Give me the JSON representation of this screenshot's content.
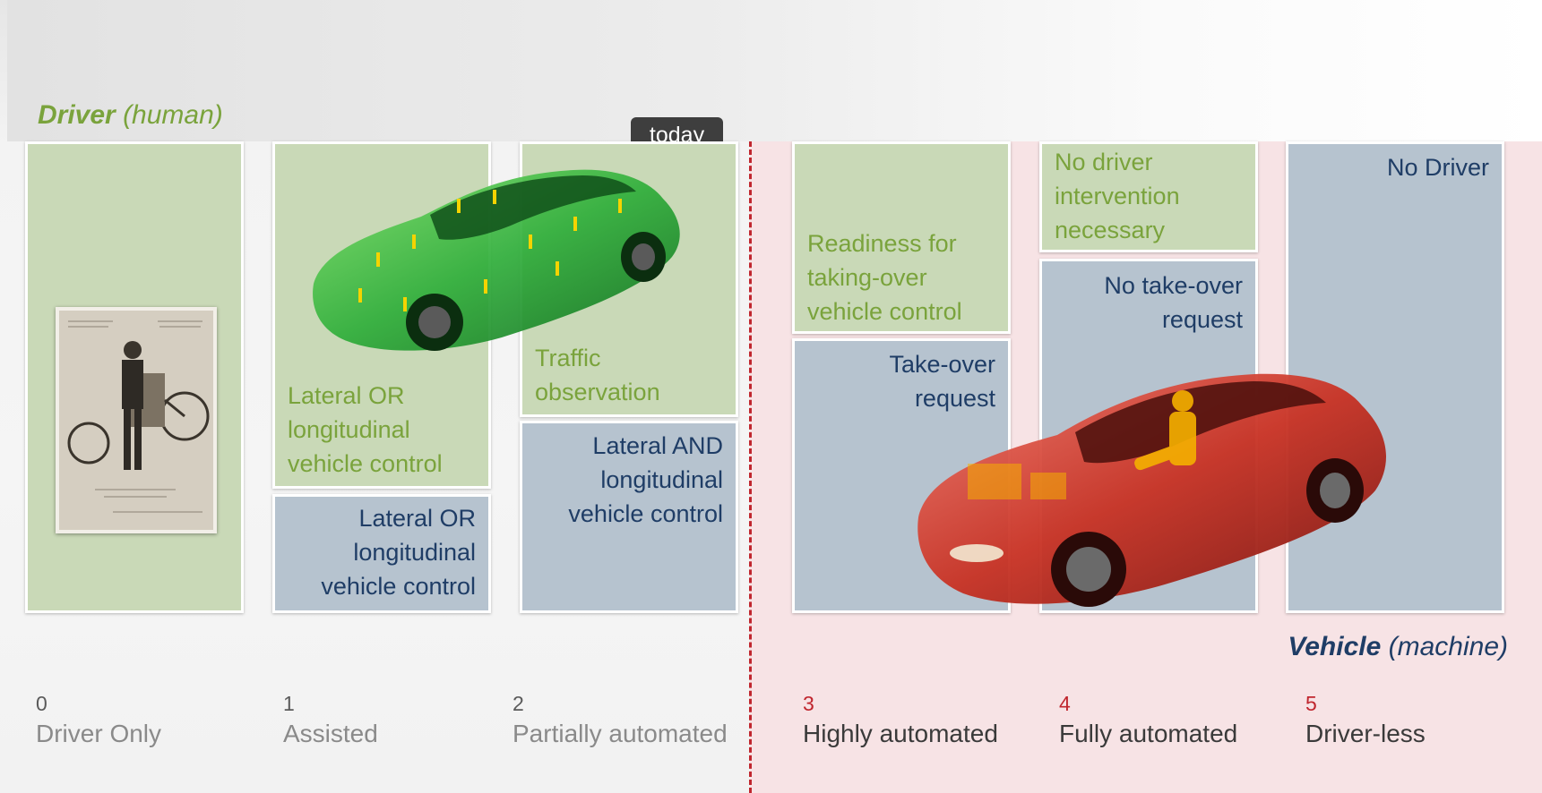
{
  "headings": {
    "driver_bold": "Driver",
    "driver_rest": "(human)",
    "vehicle_bold": "Vehicle",
    "vehicle_rest": "(machine)"
  },
  "today_label": "today",
  "columns": [
    {
      "number": "0",
      "name": "Driver Only",
      "green_text": [],
      "blue_text": []
    },
    {
      "number": "1",
      "name": "Assisted",
      "green_text": [
        "Lateral OR",
        "longitudinal",
        "vehicle control"
      ],
      "blue_text": [
        "Lateral OR",
        "longitudinal",
        "vehicle control"
      ]
    },
    {
      "number": "2",
      "name": "Partially automated",
      "green_text": [
        "Traffic",
        "observation"
      ],
      "blue_text": [
        "Lateral AND",
        "longitudinal",
        "vehicle control"
      ]
    },
    {
      "number": "3",
      "name": "Highly automated",
      "green_text": [
        "Readiness for",
        "taking-over",
        "vehicle control"
      ],
      "blue_text": [
        "Take-over",
        "request"
      ]
    },
    {
      "number": "4",
      "name": "Fully automated",
      "green_text": [
        "No driver",
        "intervention",
        "necessary"
      ],
      "blue_text": [
        "No take-over",
        "request"
      ]
    },
    {
      "number": "5",
      "name": "Driver-less",
      "green_text": [],
      "blue_text": [
        "No Driver"
      ]
    }
  ],
  "colors": {
    "driver_green": "#7aa33c",
    "box_green": "#c9d9b7",
    "vehicle_blue": "#1f3d66",
    "box_blue": "#b6c3cf",
    "accent_red": "#c0262e",
    "pink_zone": "#f7e3e5"
  },
  "icons": [
    "vintage-photo",
    "green-xray-car",
    "red-xray-car"
  ]
}
